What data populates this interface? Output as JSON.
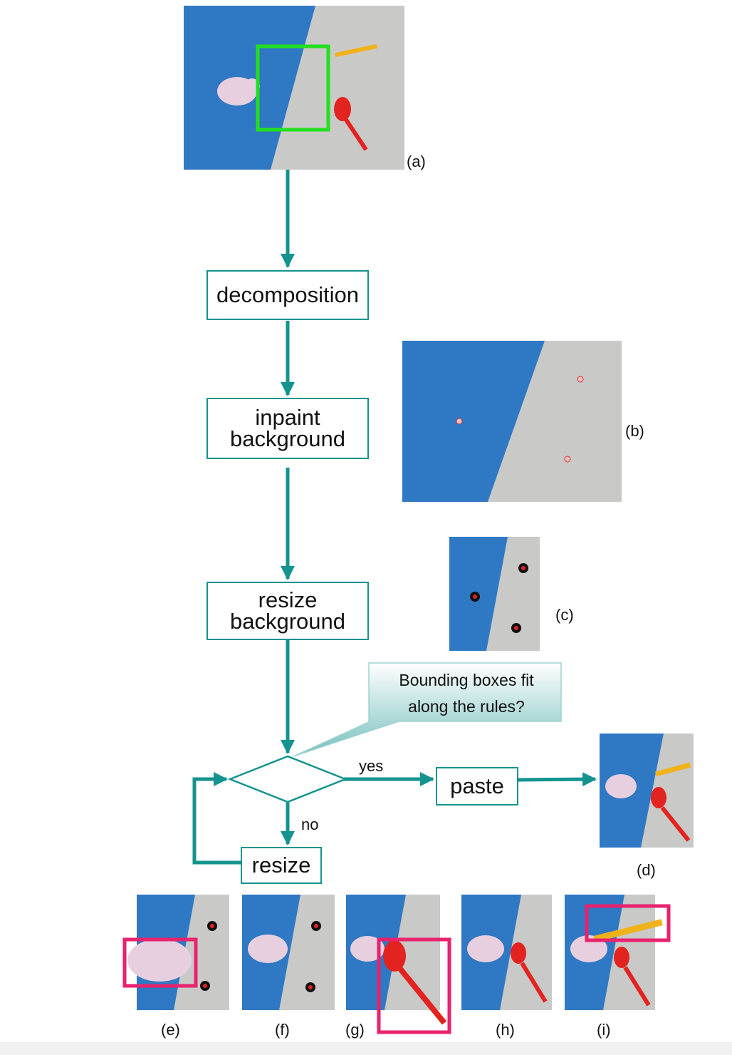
{
  "flow": {
    "decomposition": "decomposition",
    "inpaint_line1": "inpaint",
    "inpaint_line2": "background",
    "resize_bg_line1": "resize",
    "resize_bg_line2": "background",
    "paste": "paste",
    "resize": "resize",
    "yes_label": "yes",
    "no_label": "no",
    "callout_line1": "Bounding boxes fit",
    "callout_line2": "along the rules?"
  },
  "captions": {
    "a": "(a)",
    "b": "(b)",
    "c": "(c)",
    "d": "(d)",
    "e": "(e)",
    "f": "(f)",
    "g": "(g)",
    "h": "(h)",
    "i": "(i)"
  },
  "colors": {
    "arrow_teal": "#14938f",
    "cloth_blue": "#2f78c4",
    "table_gray": "#c9c9c7",
    "spoon_red": "#e2231f",
    "fork_yellow": "#f0b21a",
    "pig_pink": "#e8cfe0",
    "crop_green": "#22e01e",
    "bbox_magenta": "#e8226e"
  }
}
